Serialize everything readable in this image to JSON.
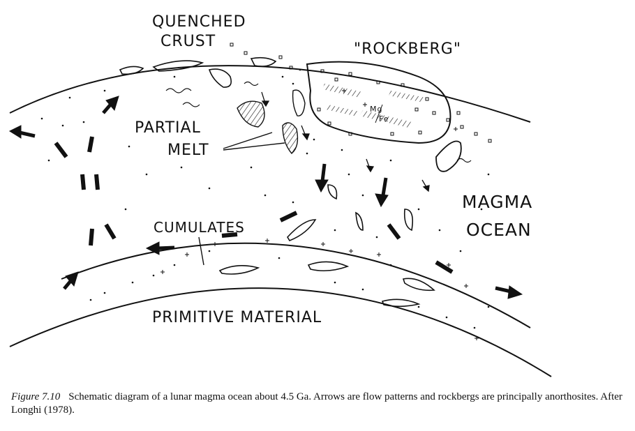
{
  "diagram": {
    "labels": {
      "quenched_crust_line1": "QUENCHED",
      "quenched_crust_line2": "CRUST",
      "rockberg": "\"ROCKBERG\"",
      "partial": "PARTIAL",
      "melt": "MELT",
      "mgfe_top": "Mg",
      "mgfe_bottom": "Fe",
      "magma_line1": "MAGMA",
      "magma_line2": "OCEAN",
      "cumulates": "CUMULATES",
      "primitive_material": "PRIMITIVE MATERIAL"
    },
    "colors": {
      "ink": "#111111",
      "paper": "#ffffff"
    }
  },
  "caption": {
    "figure_label": "Figure 7.10",
    "text": "Schematic diagram of a lunar magma ocean about 4.5 Ga. Arrows are flow patterns and rockbergs are principally anorthosites. After Longhi (1978)."
  }
}
